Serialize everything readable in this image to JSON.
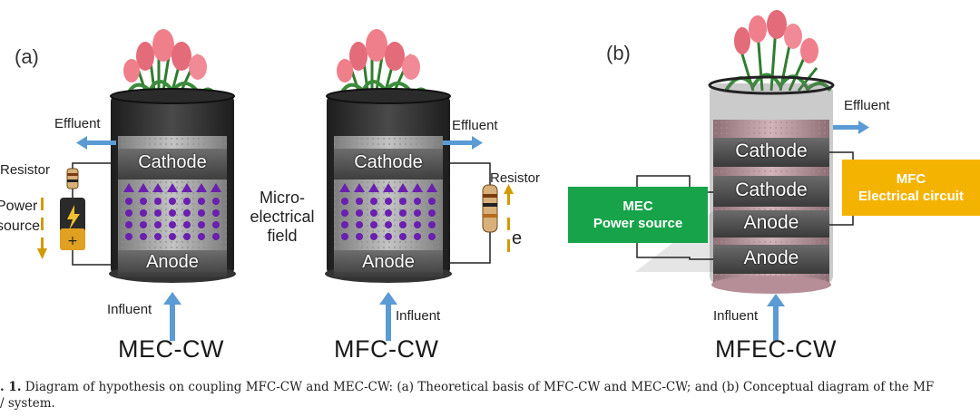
{
  "panel_a": {
    "label": "(a)",
    "mec_cw": {
      "title": "MEC-CW",
      "cathode": "Cathode",
      "anode": "Anode",
      "effluent": "Effluent",
      "influent": "Influent",
      "resistor": "Resistor",
      "power_source_line1": "Power",
      "power_source_line2": "source"
    },
    "field_label": [
      "Micro-",
      "electrical",
      "field"
    ],
    "mfc_cw": {
      "title": "MFC-CW",
      "cathode": "Cathode",
      "anode": "Anode",
      "effluent": "Effluent",
      "influent": "Influent",
      "resistor": "Resistor",
      "electron": "e"
    }
  },
  "panel_b": {
    "label": "(b)",
    "title": "MFEC-CW",
    "electrodes": [
      "Cathode",
      "Cathode",
      "Anode",
      "Anode"
    ],
    "effluent": "Effluent",
    "influent": "Influent",
    "mec_box": {
      "line1": "MEC",
      "line2": "Power source",
      "color": "#17a34a"
    },
    "mfc_box": {
      "line1": "MFC",
      "line2": "Electrical circuit",
      "color": "#f5b301"
    }
  },
  "caption": {
    "fig_label": ". 1.",
    "text": "Diagram of hypothesis on coupling MFC-CW and MEC-CW: (a) Theoretical basis of MFC-CW and MEC-CW; and (b) Conceptual diagram of the MF",
    "line2": "/ system."
  },
  "colors": {
    "flow_arrow": "#5b9bd5",
    "wire": "#222222",
    "particles": "#6a1fb0",
    "electron_arrow": "#d19a00"
  }
}
